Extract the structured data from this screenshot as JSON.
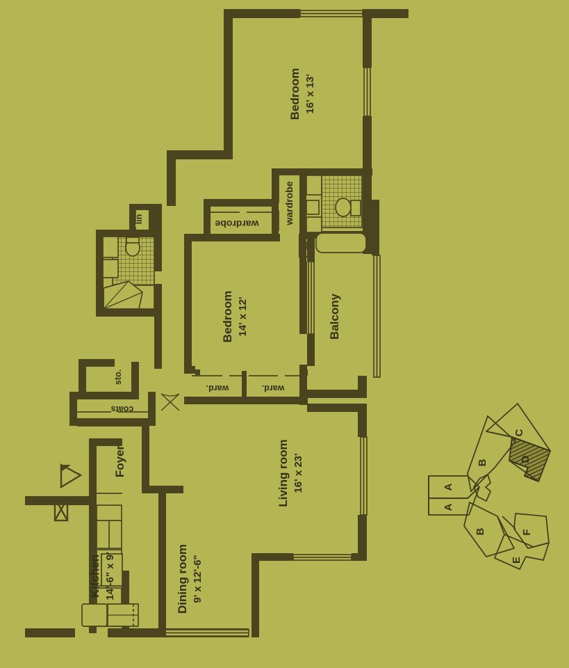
{
  "document": {
    "type": "architectural-floor-plan",
    "background_color": "#b4b653",
    "wall_color": "#4a451f",
    "line_color": "#3f3b1c",
    "text_color": "#33301a"
  },
  "rooms": [
    {
      "id": "bedroom-main",
      "name": "Bedroom",
      "dimensions": "16' x 13'",
      "rotation": -90
    },
    {
      "id": "bedroom-2",
      "name": "Bedroom",
      "dimensions": "14' x 12'",
      "rotation": -90
    },
    {
      "id": "living-room",
      "name": "Living room",
      "dimensions": "16' x 23'",
      "rotation": -90
    },
    {
      "id": "dining-room",
      "name": "Dining room",
      "dimensions": "9' x 12'-6\"",
      "rotation": -90
    },
    {
      "id": "kitchen",
      "name": "Kitchen",
      "dimensions": "14'-6\" x 9'",
      "rotation": -90
    },
    {
      "id": "balcony",
      "name": "Balcony",
      "dimensions": "",
      "rotation": -90
    },
    {
      "id": "foyer",
      "name": "Foyer",
      "dimensions": "",
      "rotation": -90
    }
  ],
  "closets": [
    {
      "id": "wardrobe-vertical",
      "label": "wardrobe",
      "rotation": -90
    },
    {
      "id": "wardrobe-upper",
      "label": "wardrobe",
      "rotation": 180
    },
    {
      "id": "ward-left",
      "label": "ward.",
      "rotation": 180
    },
    {
      "id": "ward-right",
      "label": "ward.",
      "rotation": 180
    },
    {
      "id": "linen",
      "label": "lin",
      "rotation": -90
    },
    {
      "id": "storage",
      "label": "sto.",
      "rotation": -90
    },
    {
      "id": "coats",
      "label": "coats",
      "rotation": 180
    }
  ],
  "key_diagram": {
    "title": "",
    "highlighted_unit": "D",
    "units": [
      {
        "letter": "A",
        "position": "left-upper",
        "highlighted": false
      },
      {
        "letter": "A",
        "position": "left-lower",
        "highlighted": false
      },
      {
        "letter": "B",
        "position": "upper-mid",
        "highlighted": false
      },
      {
        "letter": "B",
        "position": "lower-mid",
        "highlighted": false
      },
      {
        "letter": "C",
        "position": "upper-right",
        "highlighted": false
      },
      {
        "letter": "D",
        "position": "upper-right-inner",
        "highlighted": true
      },
      {
        "letter": "E",
        "position": "lower-right-outer",
        "highlighted": false
      },
      {
        "letter": "F",
        "position": "lower-right-inner",
        "highlighted": false
      }
    ]
  },
  "fixtures": [
    {
      "id": "bathtub-main",
      "name": "bathtub"
    },
    {
      "id": "toilet-main",
      "name": "toilet"
    },
    {
      "id": "vanity-main",
      "name": "vanity"
    },
    {
      "id": "tile-main",
      "name": "tiled-floor"
    },
    {
      "id": "toilet-second",
      "name": "toilet"
    },
    {
      "id": "tile-second",
      "name": "tiled-floor"
    },
    {
      "id": "shower-second",
      "name": "shower"
    },
    {
      "id": "kitchen-counter",
      "name": "kitchen-counters"
    },
    {
      "id": "kitchen-sink",
      "name": "kitchen-sink"
    },
    {
      "id": "kitchen-range",
      "name": "range"
    },
    {
      "id": "kitchen-fridge",
      "name": "refrigerator"
    }
  ],
  "markers": [
    {
      "id": "direction-arrow",
      "name": "direction-arrow-triangle"
    }
  ]
}
